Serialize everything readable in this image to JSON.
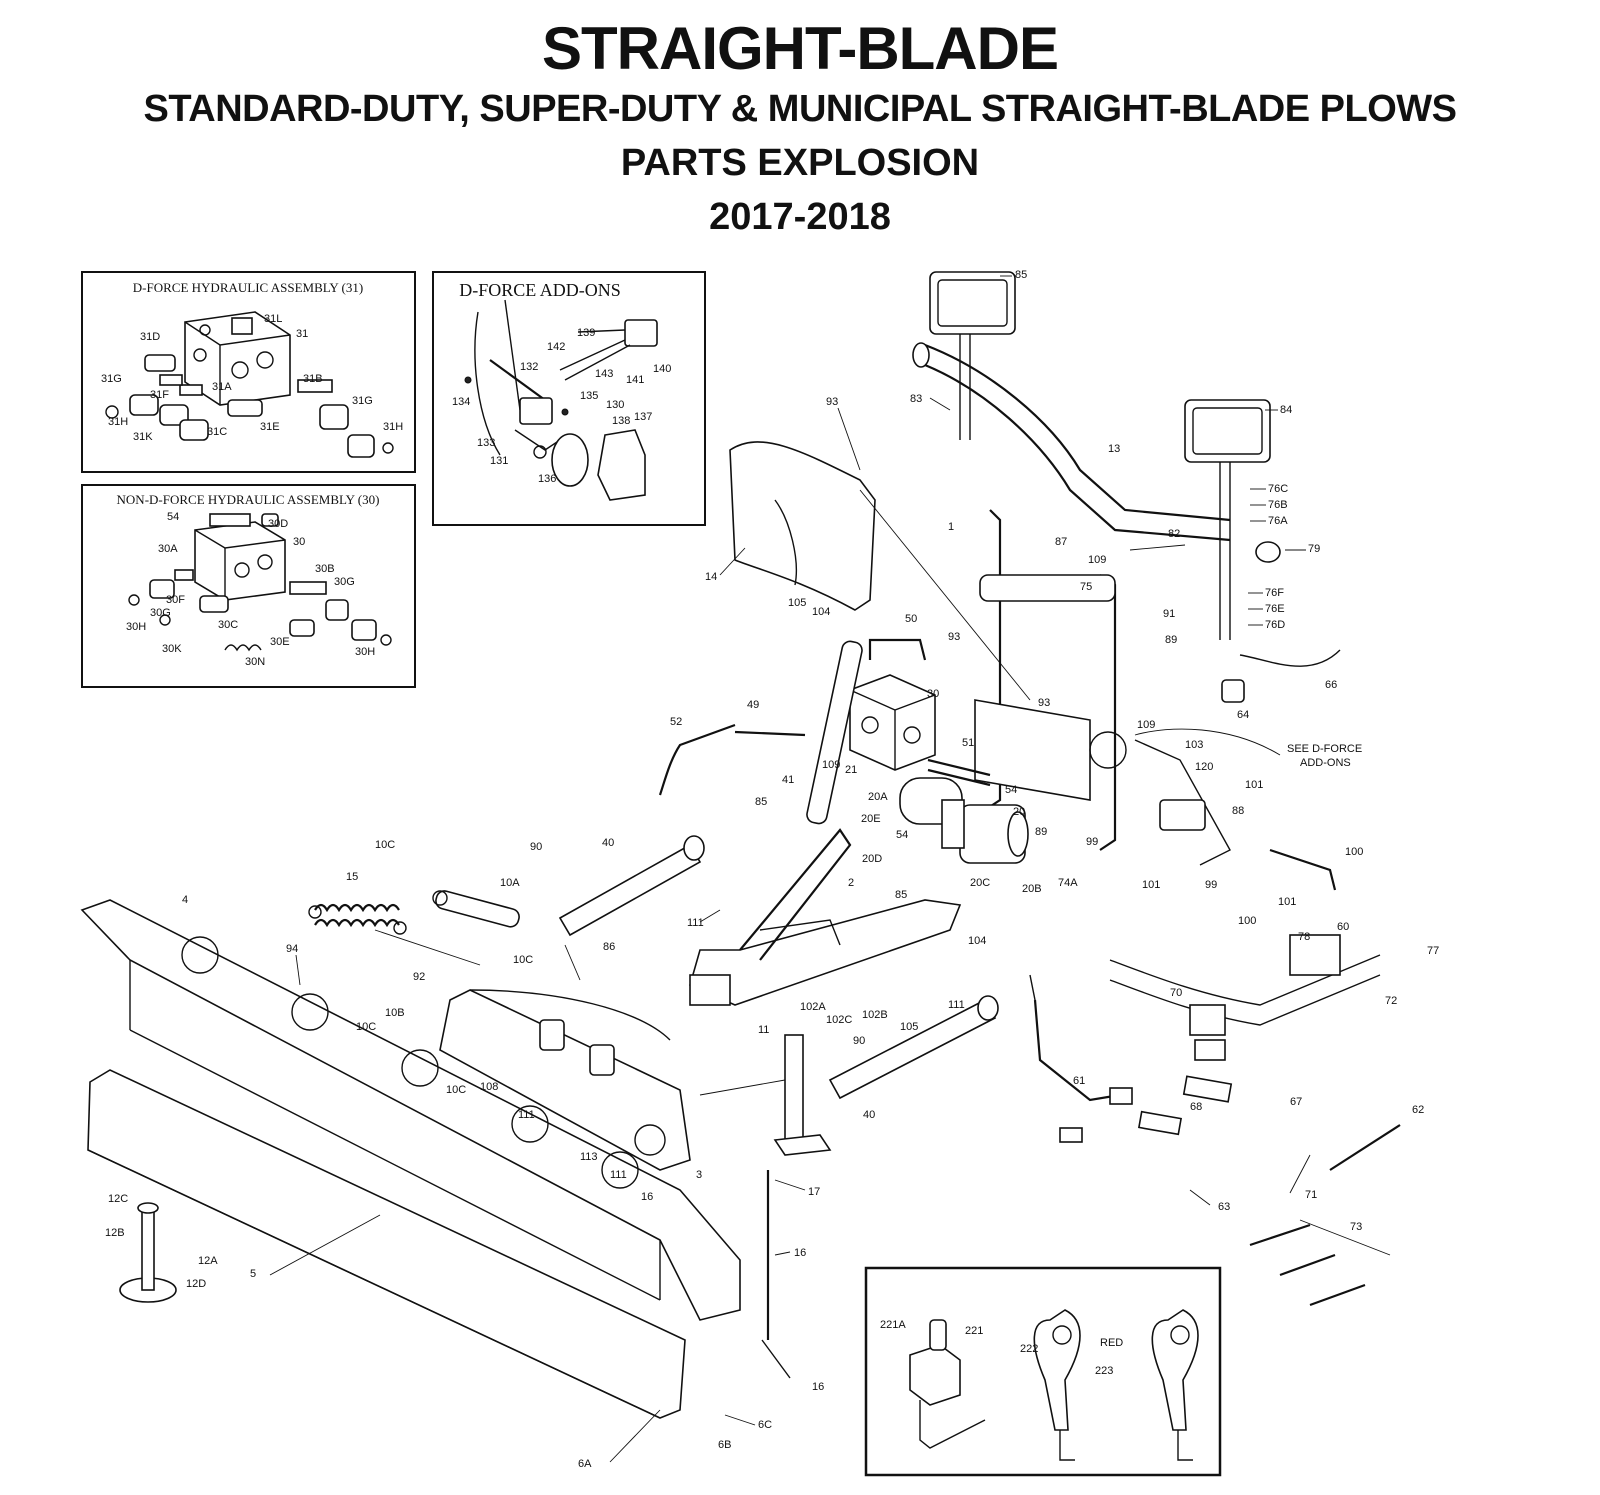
{
  "header": {
    "title": "STRAIGHT-BLADE",
    "subtitle": "STANDARD-DUTY, SUPER-DUTY & MUNICIPAL STRAIGHT-BLADE PLOWS",
    "subtitle2": "PARTS EXPLOSION",
    "years": "2017-2018"
  },
  "insets": {
    "dforce_hydraulic": "D-FORCE HYDRAULIC ASSEMBLY (31)",
    "dforce_addons": "D-FORCE ADD-ONS",
    "non_dforce_hydraulic": "NON-D-FORCE HYDRAULIC ASSEMBLY (30)"
  },
  "note": {
    "line1": "SEE D-FORCE",
    "line2": "ADD-ONS"
  },
  "callouts": {
    "c1": "1",
    "c2": "2",
    "c3": "3",
    "c4": "4",
    "c5": "5",
    "c6A": "6A",
    "c6B": "6B",
    "c6C": "6C",
    "c10A": "10A",
    "c10B": "10B",
    "c10C_a": "10C",
    "c10C_b": "10C",
    "c10C_c": "10C",
    "c10C_d": "10C",
    "c11": "11",
    "c12A": "12A",
    "c12B": "12B",
    "c12C": "12C",
    "c12D": "12D",
    "c13": "13",
    "c14": "14",
    "c15": "15",
    "c16_a": "16",
    "c16_b": "16",
    "c16_c": "16",
    "c17": "17",
    "c20": "20",
    "c20A": "20A",
    "c20B": "20B",
    "c20C": "20C",
    "c20D": "20D",
    "c20E": "20E",
    "c21": "21",
    "c30": "30",
    "c40_a": "40",
    "c40_b": "40",
    "c41": "41",
    "c49": "49",
    "c50": "50",
    "c51": "51",
    "c52": "52",
    "c54_a": "54",
    "c54_b": "54",
    "c60": "60",
    "c61": "61",
    "c62": "62",
    "c63": "63",
    "c64": "64",
    "c66": "66",
    "c67": "67",
    "c68": "68",
    "c70": "70",
    "c71": "71",
    "c72": "72",
    "c73": "73",
    "c74A": "74A",
    "c75": "75",
    "c76A": "76A",
    "c76B": "76B",
    "c76C": "76C",
    "c76D": "76D",
    "c76E": "76E",
    "c76F": "76F",
    "c77": "77",
    "c78": "78",
    "c79": "79",
    "c82": "82",
    "c83": "83",
    "c84": "84",
    "c85_a": "85",
    "c85_b": "85",
    "c85_c": "85",
    "c86": "86",
    "c87": "87",
    "c88": "88",
    "c89_a": "89",
    "c89_b": "89",
    "c90_a": "90",
    "c90_b": "90",
    "c91": "91",
    "c92": "92",
    "c93_a": "93",
    "c93_b": "93",
    "c93_c": "93",
    "c94": "94",
    "c99_a": "99",
    "c99_b": "99",
    "c100_a": "100",
    "c100_b": "100",
    "c101_a": "101",
    "c101_b": "101",
    "c101_c": "101",
    "c102A": "102A",
    "c102B": "102B",
    "c102C": "102C",
    "c103": "103",
    "c104_a": "104",
    "c104_b": "104",
    "c105_a": "105",
    "c105_b": "105",
    "c108": "108",
    "c109_a": "109",
    "c109_b": "109",
    "c109_c": "109",
    "c111_a": "111",
    "c111_b": "111",
    "c111_c": "111",
    "c111_d": "111",
    "c113": "113",
    "c120": "120",
    "c221": "221",
    "c221A": "221A",
    "c222": "222",
    "c223": "223",
    "cRED": "RED",
    "h31": "31",
    "h31A": "31A",
    "h31B": "31B",
    "h31C": "31C",
    "h31D": "31D",
    "h31E": "31E",
    "h31F": "31F",
    "h31G_a": "31G",
    "h31G_b": "31G",
    "h31H_a": "31H",
    "h31H_b": "31H",
    "h31K": "31K",
    "h31L": "31L",
    "n30": "30",
    "n30A": "30A",
    "n30B": "30B",
    "n30C": "30C",
    "n30D": "30D",
    "n30E": "30E",
    "n30F": "30F",
    "n30G_a": "30G",
    "n30G_b": "30G",
    "n30H_a": "30H",
    "n30H_b": "30H",
    "n30K": "30K",
    "n30N": "30N",
    "n54": "54",
    "a130": "130",
    "a131": "131",
    "a132": "132",
    "a133": "133",
    "a134": "134",
    "a135": "135",
    "a136": "136",
    "a137": "137",
    "a138": "138",
    "a139": "139",
    "a140": "140",
    "a141": "141",
    "a142": "142",
    "a143": "143"
  }
}
